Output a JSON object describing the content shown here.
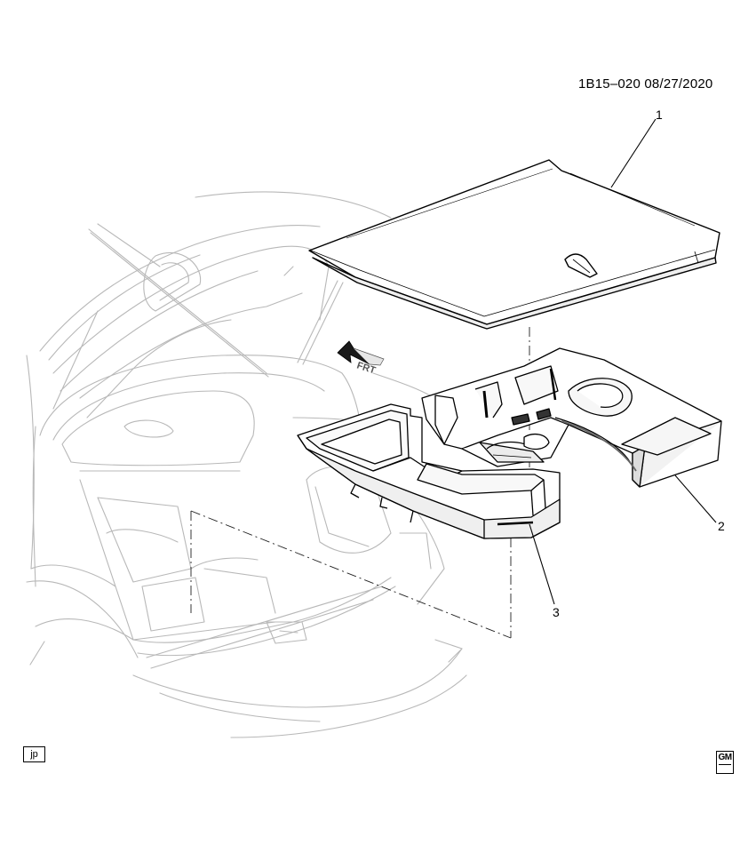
{
  "diagram": {
    "reference_code": "1B15–020  08/27/2020",
    "callouts": {
      "part_1": "1",
      "part_2": "2",
      "part_3": "3"
    },
    "direction_label": "FRT",
    "footer_tag": "jp",
    "logo": "GM"
  }
}
